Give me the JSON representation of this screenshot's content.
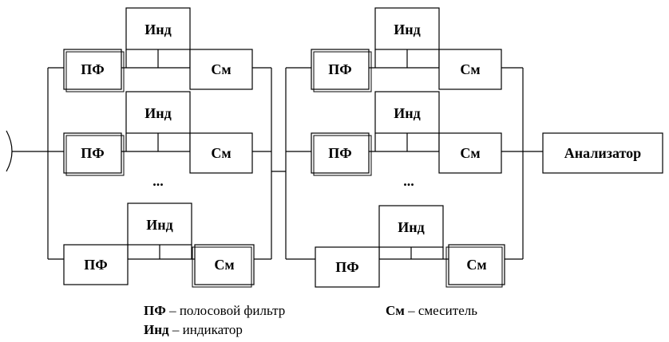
{
  "labels": {
    "bandpass": "ПФ",
    "mixer": "См",
    "indicator": "Инд",
    "analyzer": "Анализатор",
    "ellipsis": "..."
  },
  "legend": {
    "pf_abbr": "ПФ",
    "pf_desc": " – полосовой фильтр",
    "sm_abbr": "См",
    "sm_desc": " – смеситель",
    "ind_abbr": "Инд",
    "ind_desc": " – индикатор"
  }
}
